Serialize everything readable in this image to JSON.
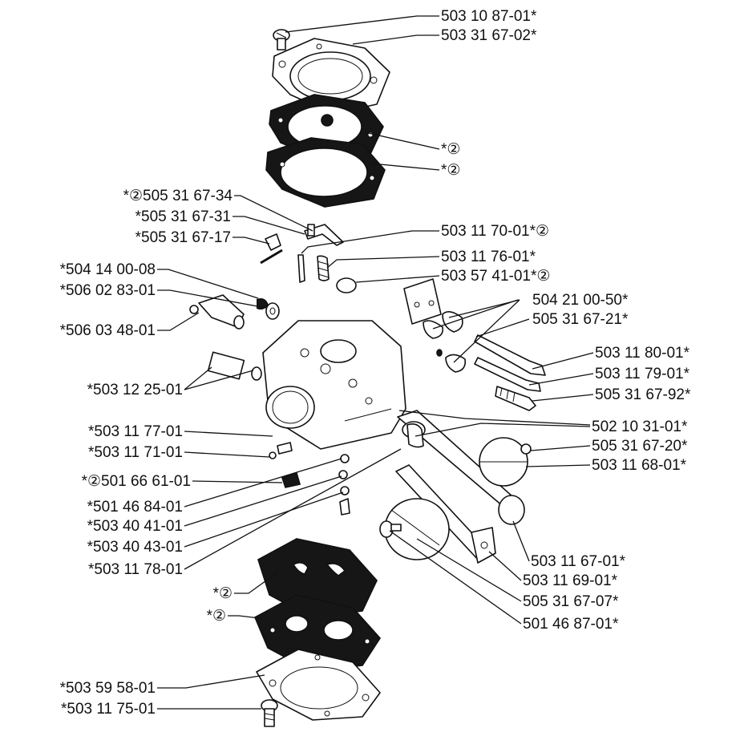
{
  "labels": {
    "l01": "503 10 87-01*",
    "l02": "503 31 67-02*",
    "l03": "*②",
    "l04": "*②",
    "l05": "*②505 31 67-34",
    "l06": "*505 31 67-31",
    "l07": "*505 31 67-17",
    "l08": "503 11 70-01*②",
    "l09": "503 11 76-01*",
    "l10": "503 57 41-01*②",
    "l11": "*504 14 00-08",
    "l12": "*506 02 83-01",
    "l13": "504 21 00-50*",
    "l14": "505 31 67-21*",
    "l15": "*506 03 48-01",
    "l16": "503 11 80-01*",
    "l17": "503 11 79-01*",
    "l18": "*503 12 25-01",
    "l19": "505 31 67-92*",
    "l20": "*503 11 77-01",
    "l21": "502 10 31-01*",
    "l22": "*503 11 71-01",
    "l23": "505 31 67-20*",
    "l24": "*②501 66 61-01",
    "l25": "503 11 68-01*",
    "l26": "*501 46 84-01",
    "l27": "*503 40 41-01",
    "l28": "*503 40 43-01",
    "l29": "*503 11 78-01",
    "l30": "503 11 67-01*",
    "l31": "*②",
    "l32": "503 11 69-01*",
    "l33": "505 31 67-07*",
    "l34": "*②",
    "l35": "501 46 87-01*",
    "l36": "*503 59 58-01",
    "l37": "*503 11 75-01"
  }
}
